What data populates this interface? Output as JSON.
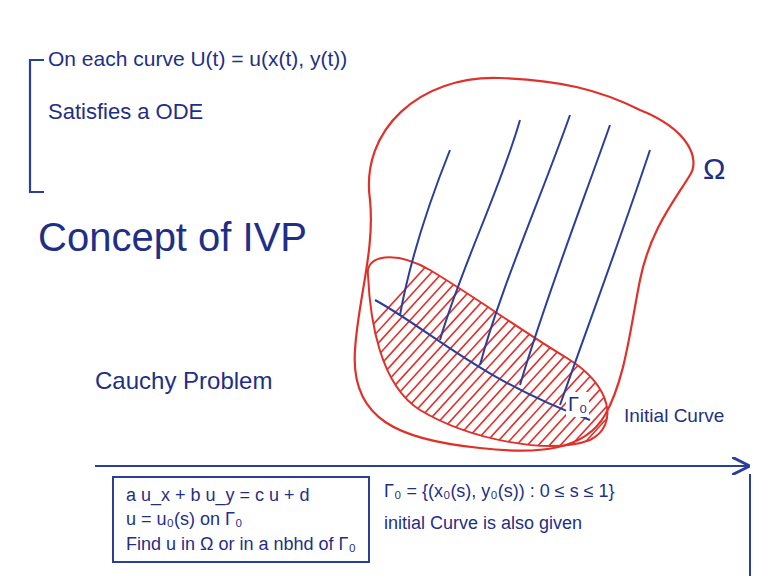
{
  "diagram": {
    "nodes": [
      {
        "text": [
          "a u_x + b u_y = c u + d",
          "u = u₀(s) on Γ₀",
          "Find u in Ω or in a nbhd of Γ₀"
        ]
      }
    ],
    "labels": [
      "On each curve U(t) = u(x(t), y(t))",
      "Satisfies a ODE",
      "Concept of IVP",
      "Cauchy Problem",
      "Γ₀",
      "Initial Curve",
      "Ω",
      "Γ₀ = {(x₀(s), y₀(s)) : 0 ≤ s ≤ 1}",
      "initial Curve is also given"
    ]
  }
}
